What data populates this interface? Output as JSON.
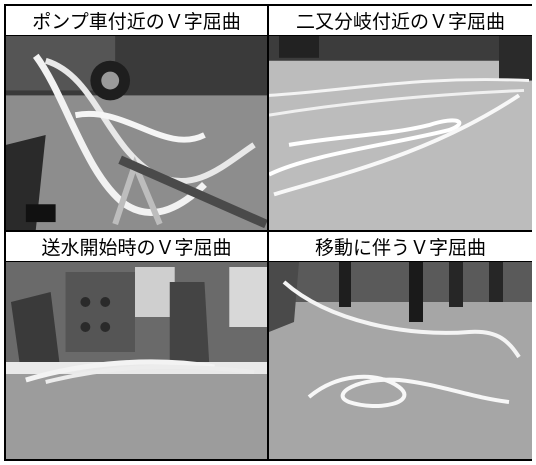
{
  "panels": [
    {
      "caption": "ポンプ車付近のＶ字屈曲"
    },
    {
      "caption": "二又分岐付近のＶ字屈曲"
    },
    {
      "caption": "送水開始時のＶ字屈曲"
    },
    {
      "caption": "移動に伴うＶ字屈曲"
    }
  ]
}
